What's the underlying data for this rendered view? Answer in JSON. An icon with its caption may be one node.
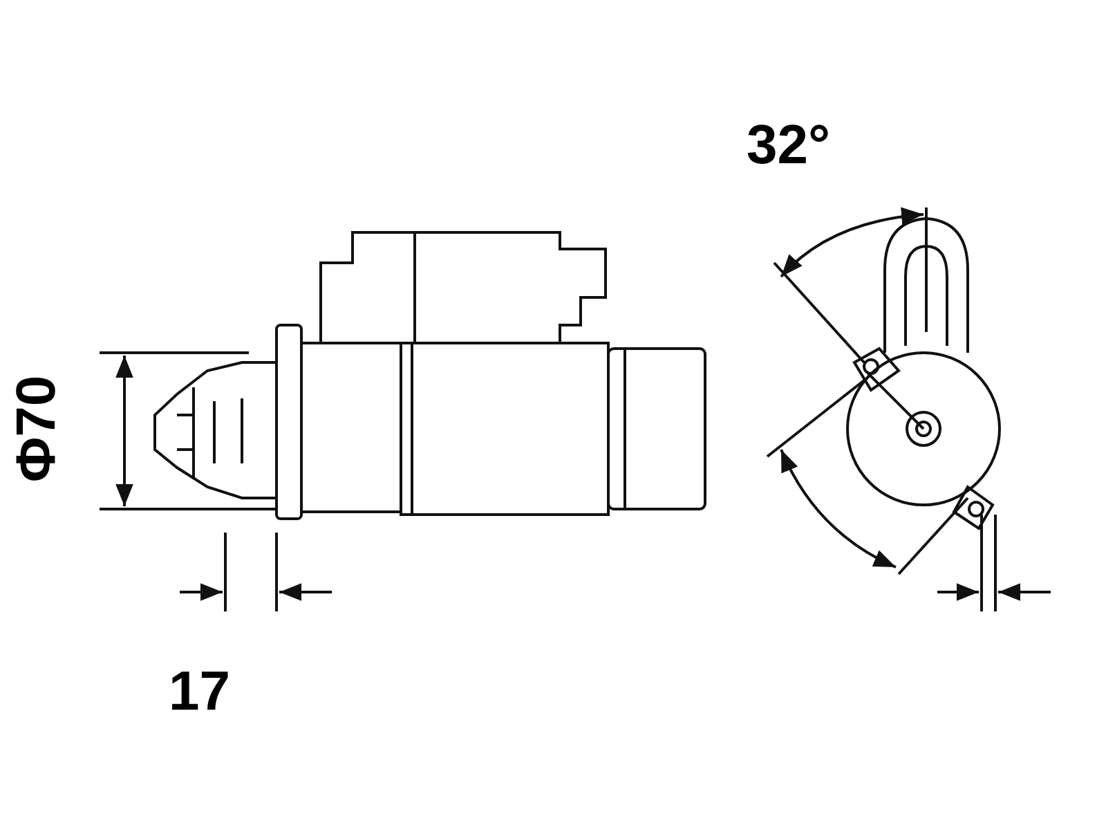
{
  "diagram": {
    "labels": [
      "32°",
      "Φ70",
      "17"
    ]
  }
}
